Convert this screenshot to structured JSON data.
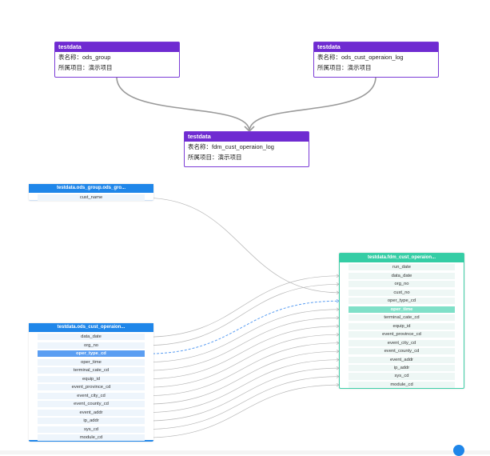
{
  "table_nodes": [
    {
      "id": "src1",
      "db": "testdata",
      "name_label": "表名称：ods_group",
      "project_label": "所属项目：演示项目"
    },
    {
      "id": "src2",
      "db": "testdata",
      "name_label": "表名称：ods_cust_operaion_log",
      "project_label": "所属项目：演示项目"
    },
    {
      "id": "target",
      "db": "testdata",
      "name_label": "表名称：fdm_cust_operaion_log",
      "project_label": "所属项目：演示项目"
    }
  ],
  "column_nodes": {
    "ods_group": {
      "title": "testdata.ods_group.ods_gro...",
      "fields": [
        "cust_name"
      ]
    },
    "ods_cust": {
      "title": "testdata.ods_cust_operaion...",
      "fields": [
        "data_date",
        "org_no",
        "oper_type_cd",
        "oper_time",
        "terminal_cate_cd",
        "equip_id",
        "event_province_cd",
        "event_city_cd",
        "event_county_cd",
        "event_addr",
        "ip_addr",
        "sys_cd",
        "module_cd"
      ],
      "highlight": "oper_type_cd"
    },
    "fdm": {
      "title": "testdata.fdm_cust_operaion...",
      "fields": [
        "run_date",
        "data_date",
        "org_no",
        "cust_no",
        "oper_type_cd",
        "oper_time",
        "terminal_cate_cd",
        "equip_id",
        "event_province_cd",
        "event_city_cd",
        "event_county_cd",
        "event_addr",
        "ip_addr",
        "sys_cd",
        "module_cd"
      ],
      "highlight": "oper_time"
    }
  },
  "colors": {
    "table_header": "#6f2bd1",
    "source_header": "#1f86e9",
    "target_header": "#35cda5",
    "link": "#b8b8b8",
    "highlight_link": "#5b9ef2"
  }
}
